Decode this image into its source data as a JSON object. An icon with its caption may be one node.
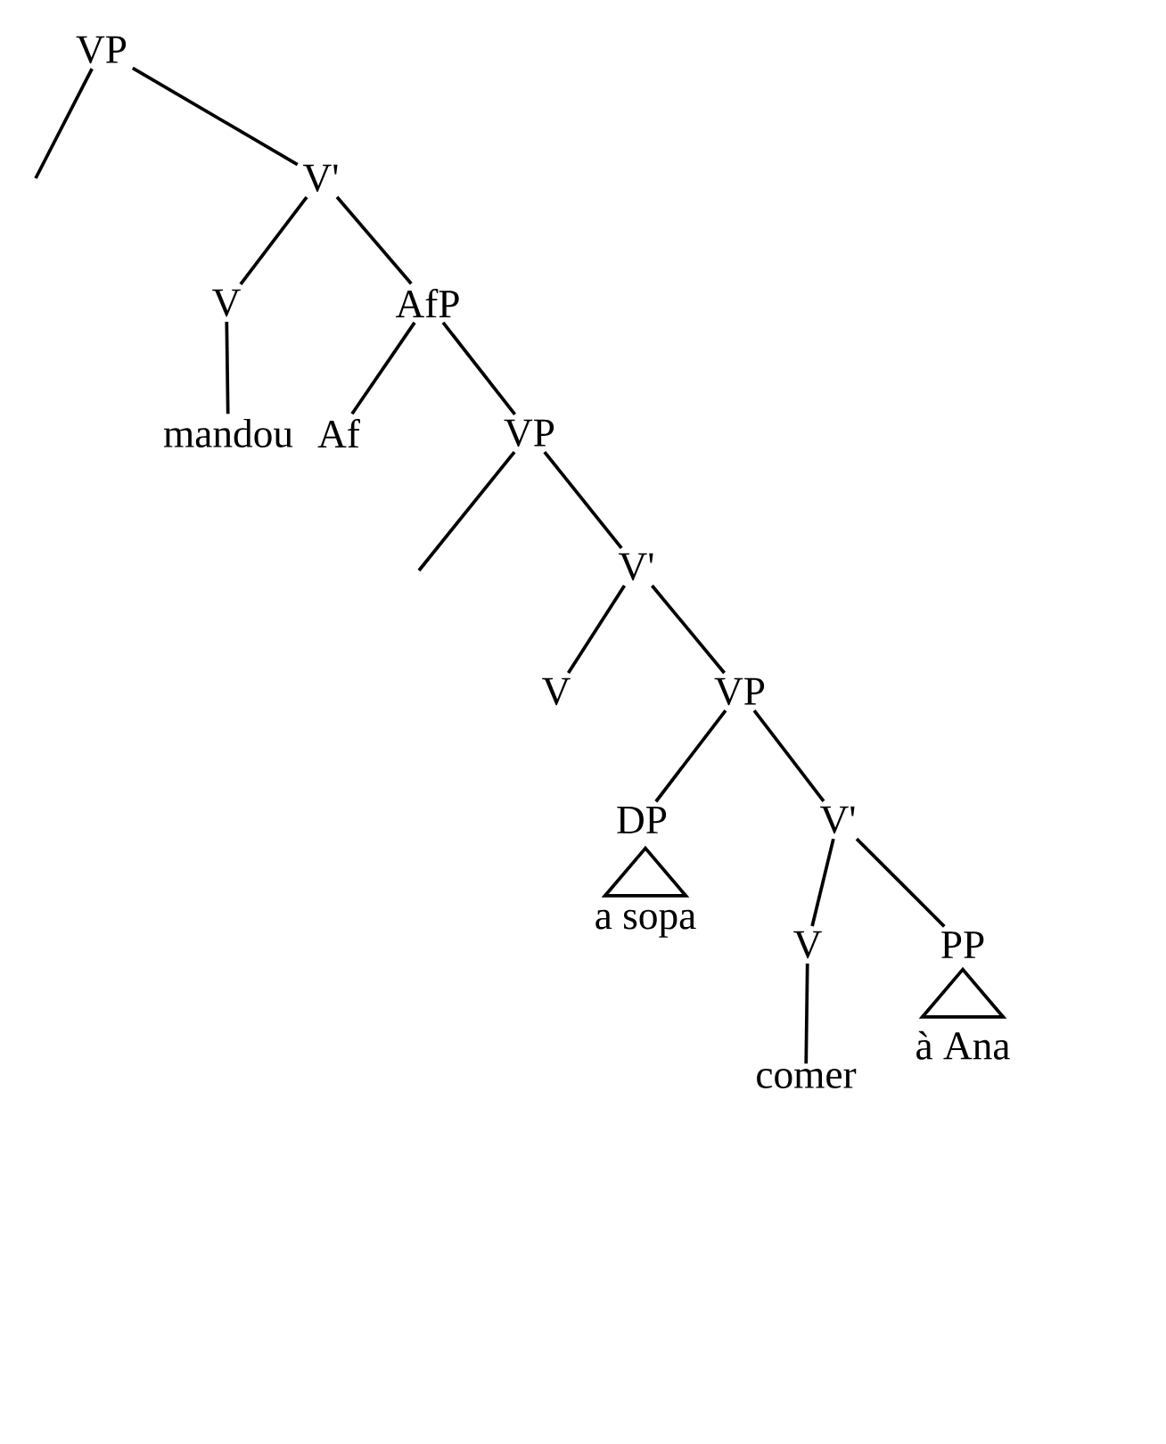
{
  "diagram": {
    "nodes": [
      {
        "text": [
          "VP"
        ]
      },
      {
        "text": [
          "V'"
        ]
      },
      {
        "text": [
          "V"
        ]
      },
      {
        "text": [
          "AfP"
        ]
      },
      {
        "text": [
          "mandou"
        ]
      },
      {
        "text": [
          "Af"
        ]
      },
      {
        "text": [
          "VP"
        ]
      },
      {
        "text": [
          "V'"
        ]
      },
      {
        "text": [
          "V"
        ]
      },
      {
        "text": [
          "VP"
        ]
      },
      {
        "text": [
          "DP"
        ]
      },
      {
        "text": [
          "V'"
        ]
      },
      {
        "text": [],
        "shape": "triangle",
        "beside": [
          "a sopa"
        ]
      },
      {
        "text": [
          "V"
        ]
      },
      {
        "text": [
          "PP"
        ]
      },
      {
        "text": [],
        "shape": "triangle",
        "beside": [
          "à Ana"
        ]
      },
      {
        "text": [
          "comer"
        ]
      }
    ],
    "edges": [
      {
        "from": 0,
        "to": null,
        "arrow": "none"
      },
      {
        "from": 0,
        "to": 1,
        "arrow": "none"
      },
      {
        "from": 1,
        "to": 2,
        "arrow": "none"
      },
      {
        "from": 1,
        "to": 3,
        "arrow": "none"
      },
      {
        "from": 2,
        "to": 4,
        "arrow": "none"
      },
      {
        "from": 3,
        "to": 5,
        "arrow": "none"
      },
      {
        "from": 3,
        "to": 6,
        "arrow": "none"
      },
      {
        "from": 6,
        "to": null,
        "arrow": "none"
      },
      {
        "from": 6,
        "to": 7,
        "arrow": "none"
      },
      {
        "from": 7,
        "to": 8,
        "arrow": "none"
      },
      {
        "from": 7,
        "to": 9,
        "arrow": "none"
      },
      {
        "from": 9,
        "to": 10,
        "arrow": "none"
      },
      {
        "from": 9,
        "to": 11,
        "arrow": "none"
      },
      {
        "from": 11,
        "to": 13,
        "arrow": "none"
      },
      {
        "from": 11,
        "to": 14,
        "arrow": "none"
      },
      {
        "from": 13,
        "to": 16,
        "arrow": "none"
      }
    ]
  }
}
